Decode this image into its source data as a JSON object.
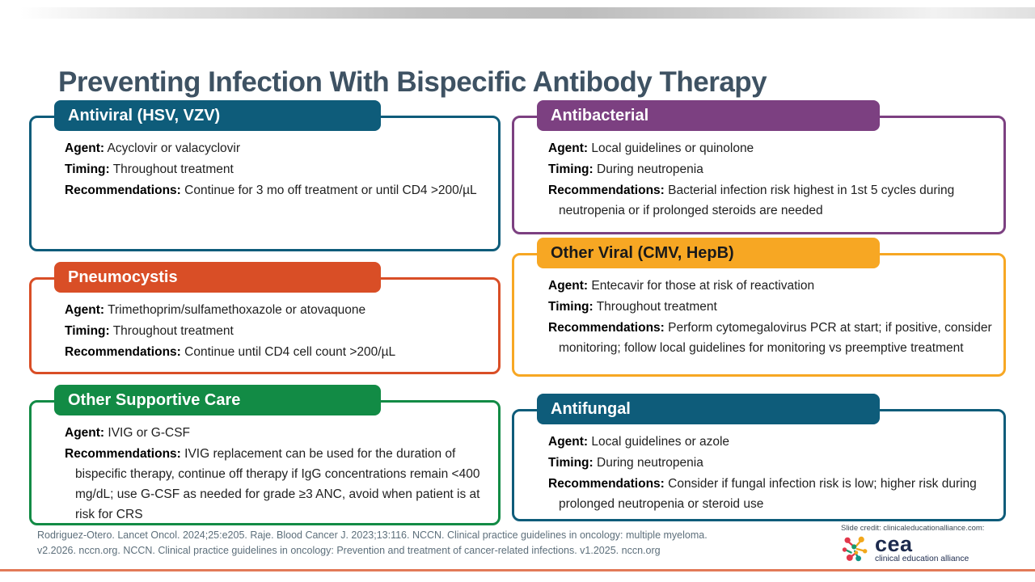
{
  "colors": {
    "title_text": "#3e5263",
    "footer_text": "#5d6f7b",
    "bottom_rule": "#e27a58",
    "logo_navy": "#1d2b4e"
  },
  "title": "Preventing Infection With Bispecific Antibody Therapy",
  "boxes": [
    {
      "id": "antiviral",
      "title": "Antiviral (HSV, VZV)",
      "color": "#0e5c7a",
      "title_color": "#ffffff",
      "rows": [
        {
          "label": "Agent:",
          "text": "Acyclovir or valacyclovir"
        },
        {
          "label": "Timing:",
          "text": "Throughout treatment"
        },
        {
          "label": "Recommendations:",
          "text": "Continue for 3 mo off treatment or until CD4 >200/µL"
        }
      ]
    },
    {
      "id": "antibacterial",
      "title": "Antibacterial",
      "color": "#7c4081",
      "title_color": "#ffffff",
      "rows": [
        {
          "label": "Agent:",
          "text": "Local guidelines or quinolone"
        },
        {
          "label": "Timing:",
          "text": "During neutropenia"
        },
        {
          "label": "Recommendations:",
          "text": "Bacterial infection risk highest in 1st 5 cycles during neutropenia or if prolonged steroids are needed"
        }
      ]
    },
    {
      "id": "pneumocystis",
      "title": "Pneumocystis",
      "color": "#d94e26",
      "title_color": "#ffffff",
      "rows": [
        {
          "label": "Agent:",
          "text": "Trimethoprim/sulfamethoxazole or atovaquone"
        },
        {
          "label": "Timing:",
          "text": "Throughout treatment"
        },
        {
          "label": "Recommendations:",
          "text": "Continue until CD4 cell count >200/µL"
        }
      ]
    },
    {
      "id": "other-viral",
      "title": "Other Viral (CMV, HepB)",
      "color": "#f7a723",
      "title_color": "#1a1a1a",
      "rows": [
        {
          "label": "Agent:",
          "text": "Entecavir for those at risk of reactivation"
        },
        {
          "label": "Timing:",
          "text": "Throughout treatment"
        },
        {
          "label": "Recommendations:",
          "text": "Perform cytomegalovirus PCR at start; if positive, consider monitoring; follow local guidelines for monitoring vs preemptive treatment"
        }
      ]
    },
    {
      "id": "other-supportive-care",
      "title": "Other Supportive Care",
      "color": "#128b45",
      "title_color": "#ffffff",
      "rows": [
        {
          "label": "Agent:",
          "text": "IVIG or G-CSF"
        },
        {
          "label": "Recommendations:",
          "text": "IVIG replacement can be used for the duration of bispecific therapy, continue off therapy if IgG concentrations remain <400 mg/dL; use G-CSF as needed for grade ≥3 ANC, avoid when patient is at risk for CRS"
        }
      ]
    },
    {
      "id": "antifungal",
      "title": "Antifungal",
      "color": "#0e5c7a",
      "title_color": "#ffffff",
      "rows": [
        {
          "label": "Agent:",
          "text": "Local guidelines or azole"
        },
        {
          "label": "Timing:",
          "text": "During neutropenia"
        },
        {
          "label": "Recommendations:",
          "text": "Consider if fungal infection risk is low; higher risk during prolonged neutropenia or steroid use"
        }
      ]
    }
  ],
  "footer": {
    "citation_line1": "Rodriguez-Otero. Lancet Oncol. 2024;25:e205. Raje. Blood Cancer J. 2023;13:116. NCCN. Clinical practice guidelines in oncology: multiple myeloma.",
    "citation_line2": "v2.2026. nccn.org. NCCN. Clinical practice guidelines in oncology: Prevention and treatment of cancer-related infections. v1.2025. nccn.org",
    "slide_credit": "Slide credit: clinicaleducationalliance.com:",
    "logo_text": "cea",
    "logo_subtext": "clinical education alliance"
  }
}
